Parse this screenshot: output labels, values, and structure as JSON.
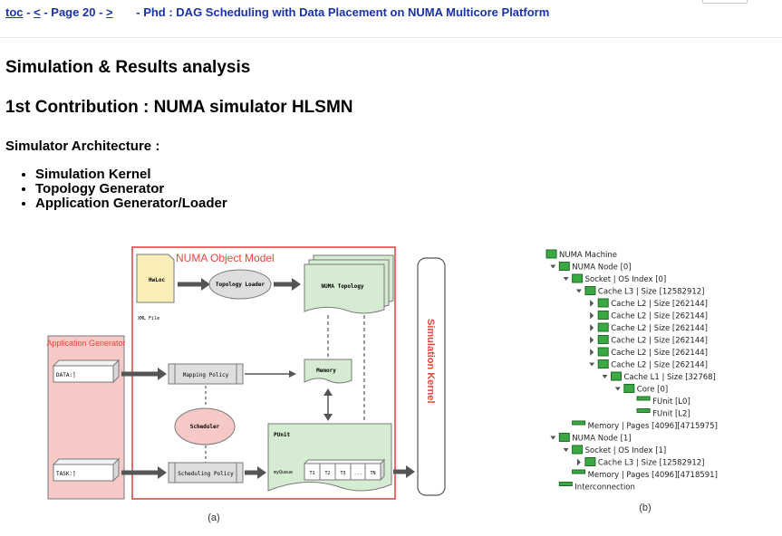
{
  "nav": {
    "toc": "toc",
    "dash1": "-",
    "prev": "<",
    "dash2": "-",
    "page": "Page 20",
    "dash3": "-",
    "next": ">",
    "title": "- Phd : DAG Scheduling with Data Placement on NUMA Multicore Platform"
  },
  "section_title": "Simulation & Results analysis",
  "subsection_title": "1st Contribution : NUMA simulator HLSMN",
  "architecture_heading": "Simulator Architecture :",
  "components": [
    "Simulation Kernel",
    "Topology Generator",
    "Application Generator/Loader"
  ],
  "figure_a": {
    "numa_object_model": "NUMA Object Model",
    "hwloc": "HwLoc",
    "xml_file": "XML File",
    "topology_loader": "Topology Loader",
    "numa_topology": "NUMA Topology",
    "application_generator": "Application Generator",
    "data": "DATA:]",
    "task": "TASK:]",
    "mapping_policy": "Mapping Policy",
    "memory": "Memory",
    "scheduler": "Scheduler",
    "punit": "PUnit",
    "myqueue": "myQueue",
    "queue_cells": [
      "T1",
      "T2",
      "T3",
      "...",
      "TN"
    ],
    "scheduling_policy": "Scheduling Policy",
    "simulation_kernel": "Simulation Kernel",
    "caption": "(a)"
  },
  "figure_b": {
    "caption": "(b)",
    "tree": [
      {
        "text": "NUMA Machine",
        "depth": 0,
        "arrow": ""
      },
      {
        "text": "NUMA Node [0]",
        "depth": 1,
        "arrow": "down"
      },
      {
        "text": "Socket | OS Index [0]",
        "depth": 2,
        "arrow": "down"
      },
      {
        "text": "Cache L3 | Size [12582912]",
        "depth": 3,
        "arrow": "down"
      },
      {
        "text": "Cache L2 | Size [262144]",
        "depth": 4,
        "arrow": "right"
      },
      {
        "text": "Cache L2 | Size [262144]",
        "depth": 4,
        "arrow": "right"
      },
      {
        "text": "Cache L2 | Size [262144]",
        "depth": 4,
        "arrow": "right"
      },
      {
        "text": "Cache L2 | Size [262144]",
        "depth": 4,
        "arrow": "right"
      },
      {
        "text": "Cache L2 | Size [262144]",
        "depth": 4,
        "arrow": "right"
      },
      {
        "text": "Cache L2 | Size [262144]",
        "depth": 4,
        "arrow": "down"
      },
      {
        "text": "Cache L1 | Size [32768]",
        "depth": 5,
        "arrow": "down"
      },
      {
        "text": "Core [0]",
        "depth": 6,
        "arrow": "down"
      },
      {
        "text": "FUnit [L0]",
        "depth": 7,
        "arrow": "leaf"
      },
      {
        "text": "FUnit [L2]",
        "depth": 7,
        "arrow": "leaf"
      },
      {
        "text": "Memory | Pages [4096][4715975]",
        "depth": 2,
        "arrow": "leaf"
      },
      {
        "text": "NUMA Node [1]",
        "depth": 1,
        "arrow": "down"
      },
      {
        "text": "Socket | OS Index [1]",
        "depth": 2,
        "arrow": "down"
      },
      {
        "text": "Cache L3 | Size [12582912]",
        "depth": 3,
        "arrow": "right"
      },
      {
        "text": "Memory | Pages [4096][4718591]",
        "depth": 2,
        "arrow": "leaf"
      },
      {
        "text": "Interconnection",
        "depth": 1,
        "arrow": "leaf"
      }
    ]
  }
}
